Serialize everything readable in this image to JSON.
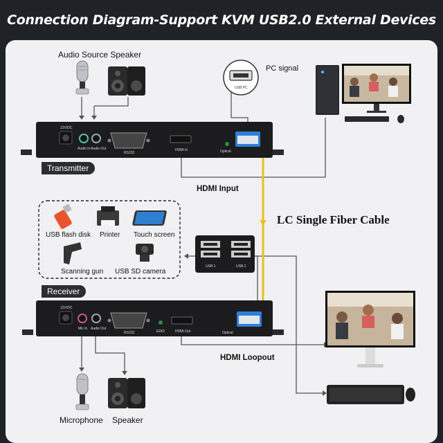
{
  "title": "Connection Diagram-Support KVM USB2.0 External Devices",
  "top_labels": {
    "audio_source_speaker": "Audio Source Speaker",
    "pc_signal": "PC signal",
    "usb_pc": "USB PC",
    "hdmi_input": "HDMI Input",
    "fiber_cable": "LC Single Fiber Cable"
  },
  "transmitter": {
    "tag": "Transmitter",
    "port_dc": "12V/DC",
    "port_audio_in": "Audio In",
    "port_audio_out": "Audio Out",
    "port_rs232": "RS232",
    "port_hdmi_in": "HDMI In",
    "port_optical": "Optical"
  },
  "usb_devices": {
    "items": [
      "USB flash disk",
      "Printer",
      "Touch screen",
      "Scanning gun",
      "USB SD camera"
    ],
    "hub_ports": [
      "USB 1",
      "USB 2"
    ]
  },
  "receiver": {
    "tag": "Receiver",
    "port_dc": "12V/DC",
    "port_mic": "Mic In",
    "port_audio_out": "Audio Out",
    "port_rs232": "RS232",
    "port_edid": "EDID",
    "port_hdmi_out": "HDMI Out",
    "port_optical": "Optical"
  },
  "bottom_labels": {
    "hdmi_loopout": "HDMI Loopout",
    "microphone": "Microphone",
    "speaker": "Speaker"
  },
  "colors": {
    "background": "#1f2226",
    "panel": "#f1f1f3",
    "device_body": "#1c1c1e",
    "fiber": "#e8c21c",
    "cable": "#444444",
    "usb_port": "#2d7fd6",
    "audio_in": "#4ec9a0"
  },
  "icons": [
    "microphone-icon",
    "speaker-icon",
    "usb-plug-icon",
    "pc-tower-icon",
    "monitor-icon",
    "usb-flash-icon",
    "printer-icon",
    "tablet-icon",
    "scanner-icon",
    "camera-icon",
    "keyboard-icon",
    "mouse-icon"
  ]
}
